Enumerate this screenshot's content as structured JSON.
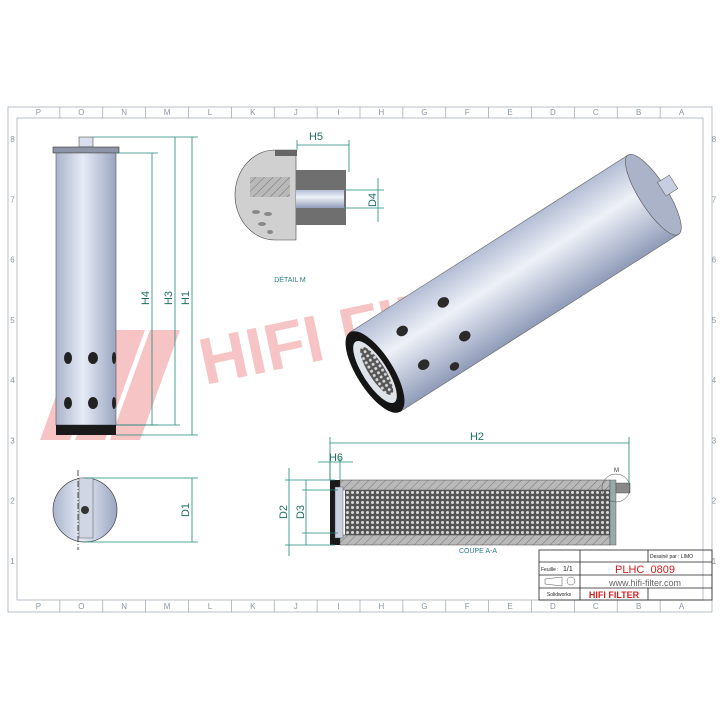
{
  "border": {
    "columns": [
      "P",
      "O",
      "N",
      "M",
      "L",
      "K",
      "J",
      "I",
      "H",
      "G",
      "F",
      "E",
      "D",
      "C",
      "B",
      "A"
    ],
    "rows": [
      "8",
      "7",
      "6",
      "5",
      "4",
      "3",
      "2",
      "1"
    ]
  },
  "watermark": "HIFI FILTER",
  "dimensions": {
    "h1": "H1",
    "h2": "H2",
    "h3": "H3",
    "h4": "H4",
    "h5": "H5",
    "h6": "H6",
    "d1": "D1",
    "d2": "D2",
    "d3": "D3",
    "d4": "D4"
  },
  "labels": {
    "detail": "DÉTAIL M",
    "section": "COUPE A-A",
    "detail_marker": "M"
  },
  "title_block": {
    "sheet_label": "Feuille :",
    "sheet_value": "1/1",
    "part_number": "PLHC_0809",
    "website": "www.hifi-filter.com",
    "software": "Solidworks",
    "brand": "HIFI FILTER",
    "drawn_by": "Dessiné par : LIMO"
  },
  "colors": {
    "dimension": "#1f8a7a",
    "brand_red": "#d42020",
    "body": "#c9d2e6"
  }
}
